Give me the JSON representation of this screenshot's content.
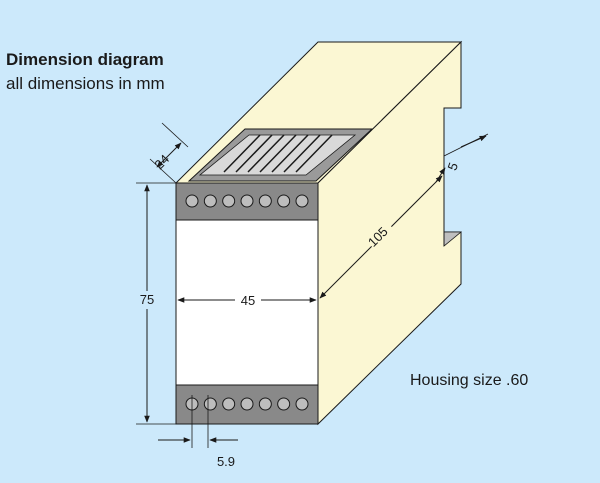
{
  "header": {
    "title": "Dimension diagram",
    "subtitle": "all dimensions in mm"
  },
  "housing_label": "Housing size .60",
  "dimensions": {
    "depth_top": "24",
    "length": "105",
    "notch": "5",
    "height": "75",
    "width": "45",
    "terminal_pitch": "5.9"
  },
  "terminals": {
    "top_count": 7,
    "bottom_count": 7
  },
  "colors": {
    "background": "#cce9fb",
    "housing_face": "#fbf7d3",
    "front_window": "#ffffff",
    "terminal_strip": "#898989",
    "terminal_screw": "#bdbdbd",
    "outline": "#1a1a1a"
  }
}
